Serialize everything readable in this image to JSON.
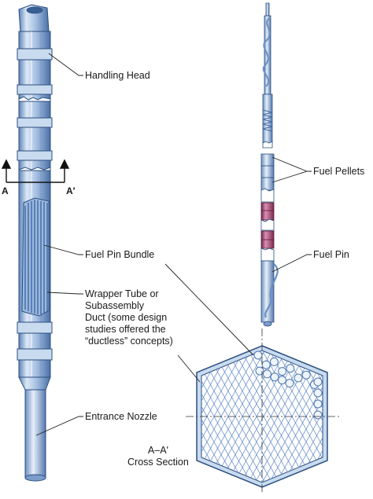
{
  "labels": {
    "handling_head": "Handling Head",
    "fuel_pin_bundle": "Fuel Pin Bundle",
    "wrapper_tube": "Wrapper Tube or\nSubassembly\nDuct (some design\nstudies offered the\n“ductless” concepts)",
    "entrance_nozzle": "Entrance Nozzle",
    "fuel_pellets": "Fuel Pellets",
    "fuel_pin": "Fuel Pin",
    "cross_section": "A–A′\nCross Section",
    "section_a_left": "A",
    "section_a_right": "A′"
  },
  "colors": {
    "steel_light": "#dbe8f6",
    "steel_mid": "#9fbbe0",
    "steel_dark": "#4f77ad",
    "outline": "#2c4f80",
    "pellet": "#9b3b66",
    "grid": "#5d86c7",
    "leader": "#222222"
  }
}
